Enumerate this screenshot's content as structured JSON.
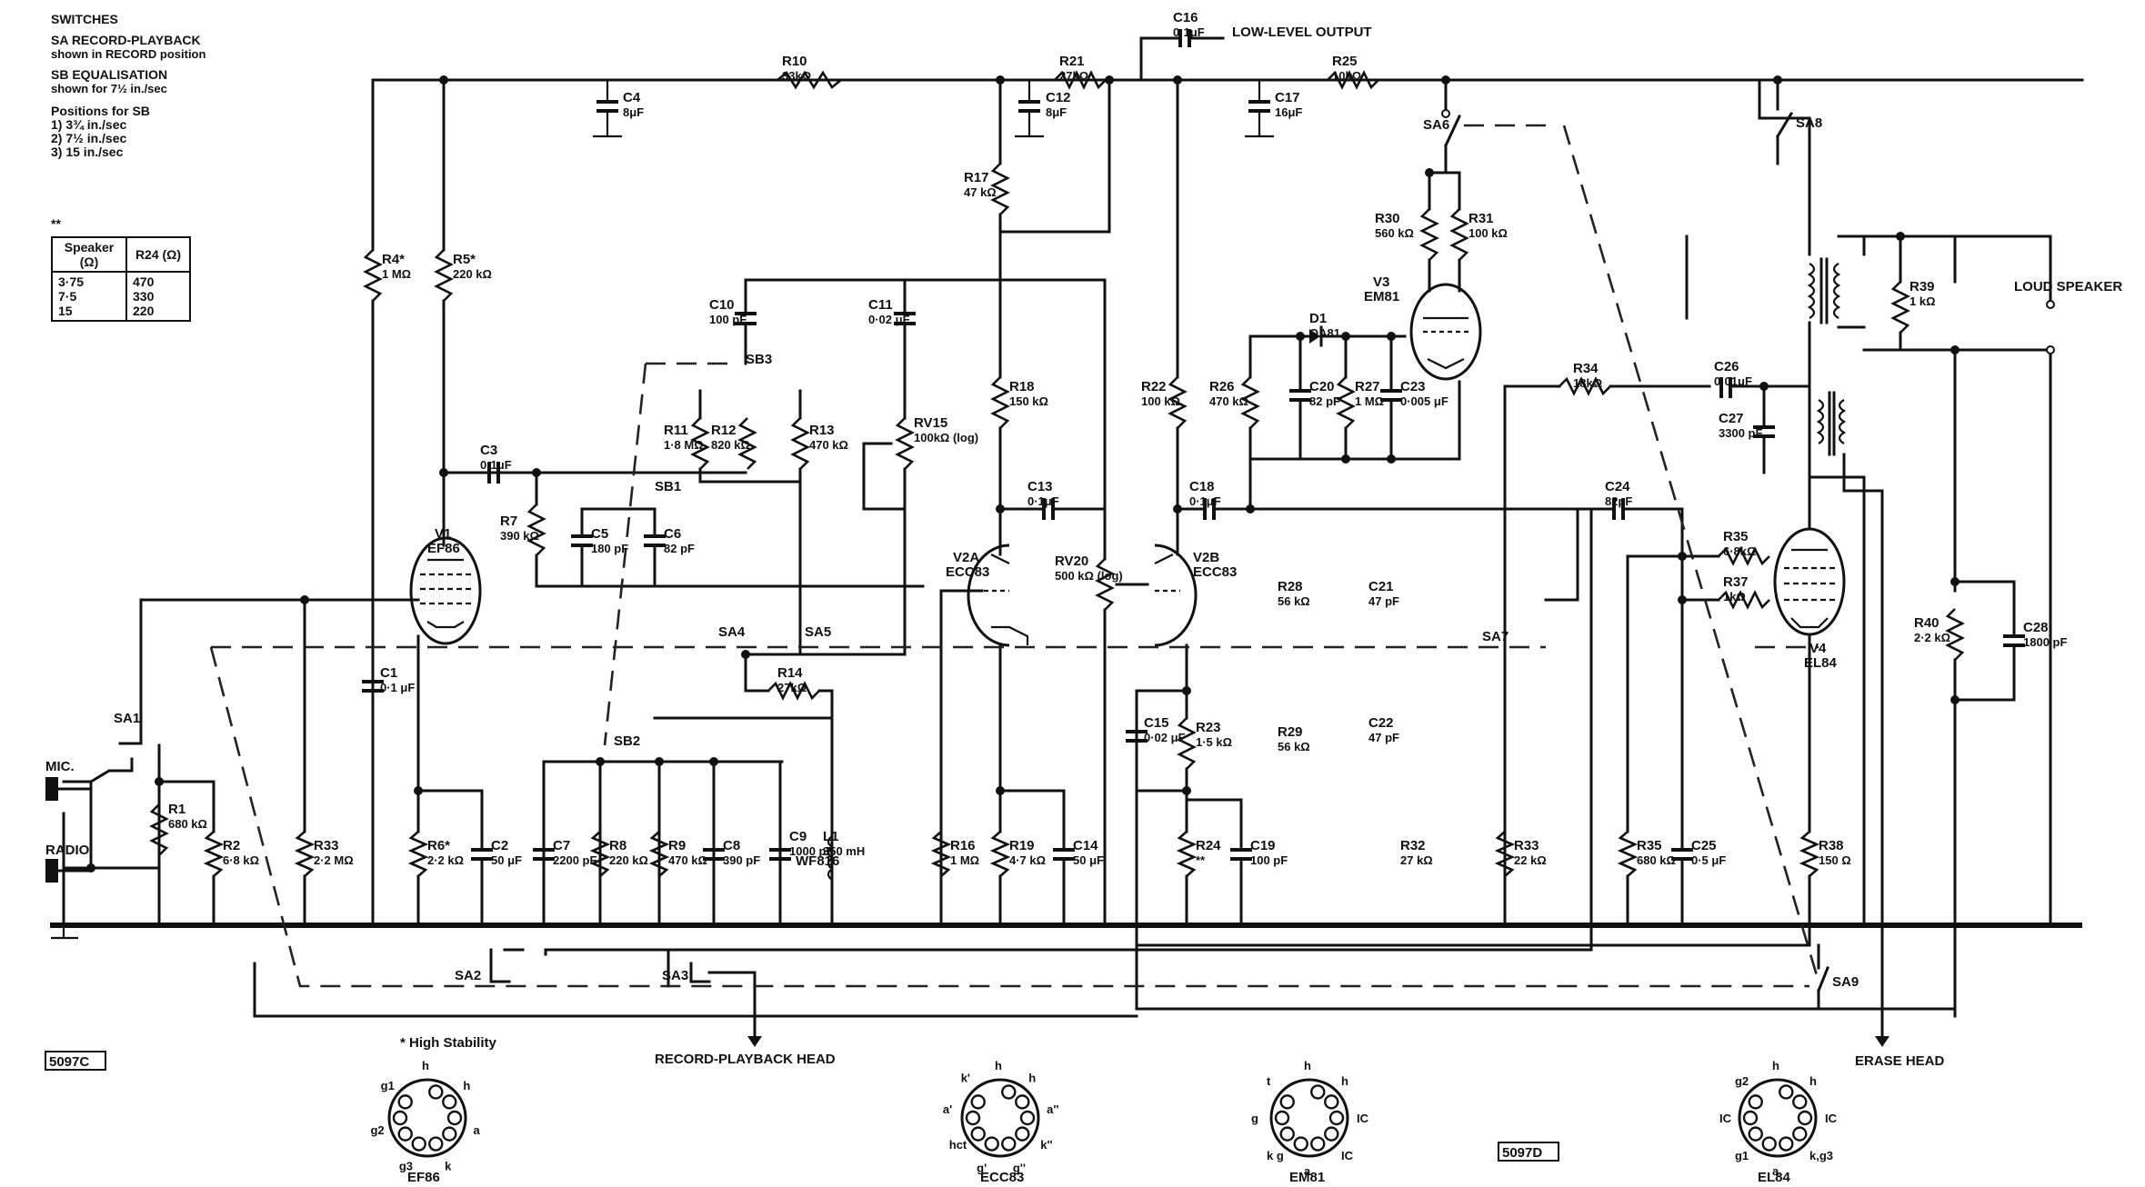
{
  "notes": {
    "switches_title": "SWITCHES",
    "sa_line1": "SA  RECORD-PLAYBACK",
    "sa_line2": "shown in RECORD position",
    "sb_line1": "SB  EQUALISATION",
    "sb_line2": "shown for 7½ in./sec",
    "positions_title": "Positions for SB",
    "pos1": "1) 3¾ in./sec",
    "pos2": "2) 7½ in./sec",
    "pos3": "3) 15 in./sec"
  },
  "speaker_table": {
    "marker": "**",
    "headers": [
      "Speaker (Ω)",
      "R24 (Ω)"
    ],
    "speaker": [
      "3·75",
      "7·5",
      "15"
    ],
    "r24": [
      "470",
      "330",
      "220"
    ]
  },
  "labels": {
    "low_level_output": "LOW-LEVEL OUTPUT",
    "loud_speaker": "LOUD SPEAKER",
    "mic": "MIC.",
    "radio": "RADIO",
    "record_playback_head": "RECORD-PLAYBACK HEAD",
    "erase_head": "ERASE HEAD",
    "high_stability": "* High Stability",
    "fig_left": "5097C",
    "fig_right": "5097D",
    "l1_type": "WF816"
  },
  "components": {
    "R10": "33kΩ",
    "R21": "27kΩ",
    "R25": "10kΩ",
    "C16": "0·1μF",
    "C4": "8μF",
    "C12": "8μF",
    "C17": "16μF",
    "R4": "1 MΩ",
    "R5": "220 kΩ",
    "R17": "47 kΩ",
    "R30": "560 kΩ",
    "R31": "100 kΩ",
    "R39": "1 kΩ",
    "C10": "100 pF",
    "C11": "0·02 μF",
    "R11": "1·8 MΩ",
    "R12": "820 kΩ",
    "R13": "470 kΩ",
    "RV15": "100kΩ (log)",
    "R18": "150 kΩ",
    "R22": "100 kΩ",
    "R26": "470 kΩ",
    "C20": "82 pF",
    "R27": "1 MΩ",
    "C23": "0·005 μF",
    "D1": "OA81",
    "R34": "18kΩ",
    "C26": "0·01μF",
    "C27": "3300 pF",
    "C3": "0·1μF",
    "R7": "390 kΩ",
    "C5": "180 pF",
    "C6": "82 pF",
    "C13": "0·1μF",
    "C18": "0·1μF",
    "RV20": "500 kΩ (log)",
    "C24": "82pF",
    "R35": "6·8kΩ",
    "R37": "1kΩ",
    "R28": "56 kΩ",
    "C21": "47 pF",
    "R14": "27kΩ",
    "C1": "0·1 μF",
    "R1": "680 kΩ",
    "R2": "6·8 kΩ",
    "R33a": "2·2 MΩ",
    "R6": "2·2 kΩ",
    "C2": "50 μF",
    "C7": "2200 pF",
    "R8": "220 kΩ",
    "R9": "470 kΩ",
    "C8": "390 pF",
    "C9": "1000 pF",
    "L1": "350 mH",
    "R16": "1 MΩ",
    "R19": "4·7 kΩ",
    "C14": "50 μF",
    "C15": "0·02 μF",
    "R23": "1·5 kΩ",
    "R24": "**",
    "C19": "100 pF",
    "R29": "56 kΩ",
    "C22": "47 pF",
    "R32": "27 kΩ",
    "R33b": "22 kΩ",
    "R35b": "680 kΩ",
    "C25": "0·5 μF",
    "R38": "150 Ω",
    "R40": "2·2 kΩ",
    "C28": "1800 pF"
  },
  "valves": {
    "v1": {
      "ref": "V1",
      "type": "EF86"
    },
    "v2a": {
      "ref": "V2A",
      "type": "ECC83"
    },
    "v2b": {
      "ref": "V2B",
      "type": "ECC83"
    },
    "v3": {
      "ref": "V3",
      "type": "EM81"
    },
    "v4": {
      "ref": "V4",
      "type": "EL84"
    }
  },
  "switch_labels": [
    "SA1",
    "SA2",
    "SA3",
    "SA4",
    "SA5",
    "SA6",
    "SA7",
    "SA8",
    "SA9",
    "SB1",
    "SB2",
    "SB3"
  ],
  "pinouts": [
    {
      "type": "EF86",
      "pins": [
        "h",
        "h",
        "a",
        "k",
        "g3",
        "g2",
        "g1"
      ]
    },
    {
      "type": "ECC83",
      "pins": [
        "h",
        "h",
        "a''",
        "k''",
        "g''",
        "g'",
        "hct",
        "a'",
        "k'"
      ]
    },
    {
      "type": "EM81",
      "pins": [
        "h",
        "h",
        "IC",
        "IC",
        "a",
        "k g",
        "g",
        "t"
      ]
    },
    {
      "type": "EL84",
      "pins": [
        "h",
        "h",
        "IC",
        "k,g3",
        "a",
        "g1",
        "IC",
        "g2"
      ]
    }
  ]
}
